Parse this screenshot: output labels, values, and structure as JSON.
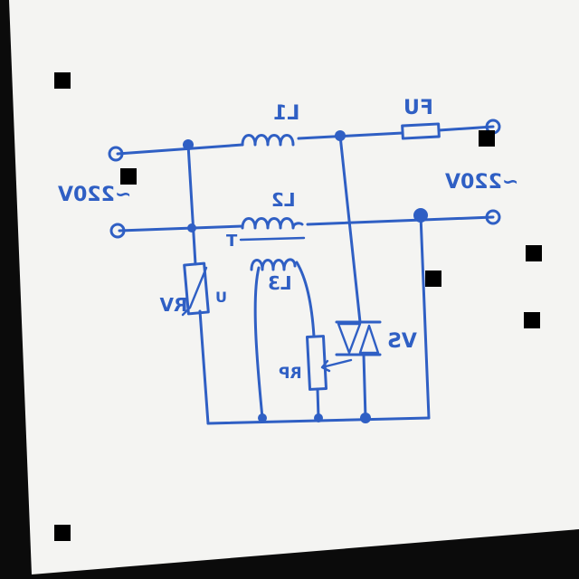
{
  "diagram": {
    "labels": {
      "inductor_l1": "L1",
      "inductor_l2": "L2",
      "inductor_l3": "L3",
      "fuse": "FU",
      "input_voltage": "~220V",
      "output_voltage": "~220V",
      "transformer": "T",
      "varistor": "RV",
      "varistor_u": "U",
      "potentiometer": "RP",
      "triac": "VS"
    },
    "colors": {
      "ink": "#2f5fc4",
      "paper": "#f4f4f2",
      "background": "#0b0b0b"
    }
  }
}
